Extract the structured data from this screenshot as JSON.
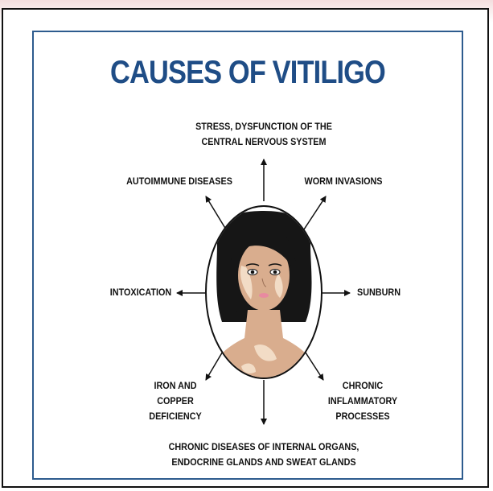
{
  "title": "CAUSES OF VITILIGO",
  "colors": {
    "title": "#1f4d86",
    "frame": "#2d5b8e",
    "skin": "#d9ad8e",
    "patch": "#f2dcc6",
    "hair": "#161616"
  },
  "causes": {
    "top": [
      "STRESS, DYSFUNCTION OF THE",
      "CENTRAL NERVOUS SYSTEM"
    ],
    "top_left": "AUTOIMMUNE DISEASES",
    "top_right": "WORM INVASIONS",
    "left": "INTOXICATION",
    "right": "SUNBURN",
    "bottom_left": [
      "IRON AND",
      "COPPER",
      "DEFICIENCY"
    ],
    "bottom_right": [
      "CHRONIC",
      "INFLAMMATORY",
      "PROCESSES"
    ],
    "bottom": [
      "CHRONIC DISEASES OF INTERNAL ORGANS,",
      "ENDOCRINE GLANDS AND SWEAT GLANDS"
    ]
  },
  "center_illustration": "woman-face-with-vitiligo-patches"
}
